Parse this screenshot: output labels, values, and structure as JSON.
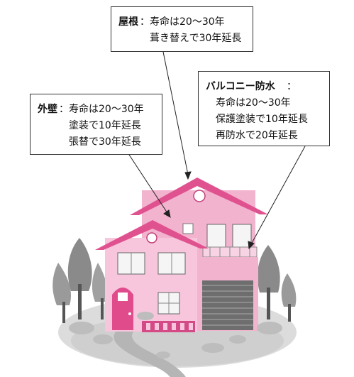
{
  "roof": {
    "title": "屋根",
    "sep": "：",
    "lines": [
      "寿命は20～30年",
      "葺き替えで30年延長"
    ]
  },
  "wall": {
    "title": "外壁",
    "sep": "：",
    "lines": [
      "寿命は20～30年",
      "塗装で10年延長",
      "張替で30年延長"
    ]
  },
  "balcony": {
    "title": "バルコニー防水",
    "sep": "：",
    "lines": [
      "寿命は20～30年",
      "保護塗装で10年延長",
      "再防水で20年延長"
    ]
  },
  "colors": {
    "roof": "#e0528f",
    "wall_light": "#f7c6dc",
    "wall_mid": "#f2b3cf",
    "door": "#e04b8c",
    "ground": "#d9d9d9",
    "trees": "#7a7a7a"
  }
}
